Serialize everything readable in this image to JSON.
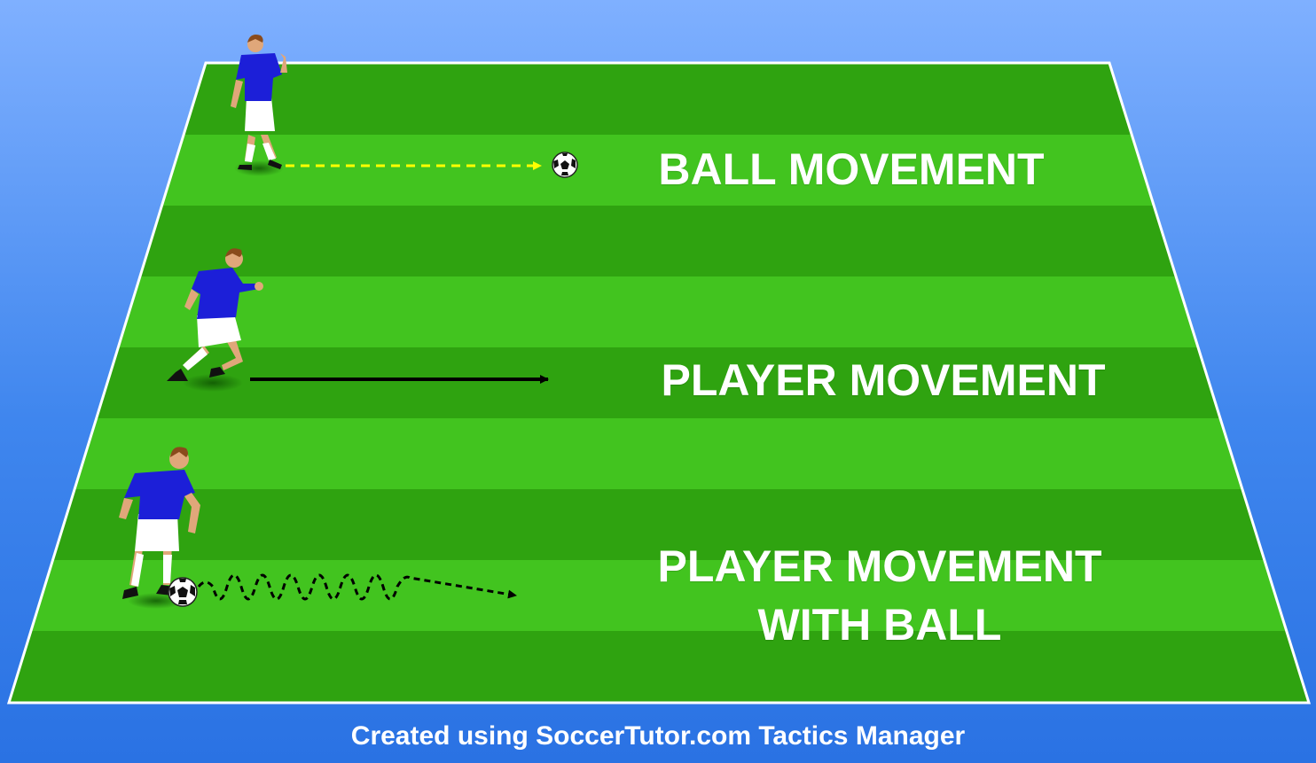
{
  "legend": {
    "ball_movement": "BALL MOVEMENT",
    "player_movement": "PLAYER MOVEMENT",
    "player_movement_with_ball_line1": "PLAYER MOVEMENT",
    "player_movement_with_ball_line2": "WITH BALL"
  },
  "footer": "Created using SoccerTutor.com Tactics Manager",
  "colors": {
    "pitch_light": "#3fbf1c",
    "pitch_dark": "#2ea510",
    "pitch_line": "#ffffff",
    "ball_arrow": "#ffff00",
    "player_arrow": "#000000",
    "shirt": "#1c1fd8",
    "shorts": "#ffffff",
    "skin": "#e0a77a",
    "hair": "#8a4b1c"
  },
  "icons": [
    "soccer-ball-icon",
    "player-figure-icon",
    "arrow-icon"
  ]
}
